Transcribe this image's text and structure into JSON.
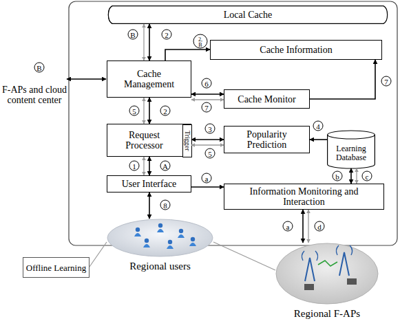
{
  "diagram": {
    "nodes": [
      {
        "text": [
          "Local Cache"
        ]
      },
      {
        "text": [
          "Cache Information"
        ]
      },
      {
        "text": [
          "Cache Management"
        ]
      },
      {
        "text": [
          "Cache Monitor"
        ]
      },
      {
        "text": [
          "Request Processor"
        ]
      },
      {
        "text": [
          "Trigger"
        ],
        "in": 4
      },
      {
        "text": [
          "Popularity Prediction"
        ]
      },
      {
        "text": [
          "Learning Database"
        ]
      },
      {
        "text": [
          "User Interface"
        ]
      },
      {
        "text": [
          "Information Monitoring and Interaction"
        ]
      },
      {
        "text": [
          "Offline Learning"
        ]
      },
      {
        "text": [
          "Regional users"
        ]
      },
      {
        "text": [
          "Regional F-APs"
        ]
      }
    ],
    "edges": [
      {
        "from": 0,
        "to": 2,
        "arrow": "both"
      },
      {
        "from": 2,
        "to": 1,
        "arrow": "to"
      },
      {
        "from": 2,
        "to": 3,
        "arrow": "both"
      },
      {
        "from": 3,
        "to": 1,
        "arrow": "to"
      },
      {
        "from": 2,
        "to": 4,
        "arrow": "both"
      },
      {
        "from": 4,
        "to": 6,
        "arrow": "both"
      },
      {
        "from": 7,
        "to": 6,
        "arrow": "to"
      },
      {
        "from": 4,
        "to": 8,
        "arrow": "both"
      },
      {
        "from": 8,
        "to": 9,
        "arrow": "to"
      },
      {
        "from": 7,
        "to": 9,
        "arrow": "both"
      },
      {
        "from": 9,
        "to": 12,
        "arrow": "both"
      },
      {
        "from": 8,
        "to": 11,
        "arrow": "both"
      },
      {
        "from": 10,
        "to": 11,
        "arrow": "none"
      },
      {
        "from": 11,
        "to": 12,
        "arrow": "none"
      }
    ],
    "labels": [
      "B",
      "2",
      "2, B",
      "B",
      "F-APs and cloud content center",
      "6",
      "7",
      "7",
      "5",
      "2",
      "3",
      "5",
      "4",
      "1",
      "A",
      "a",
      "b",
      "c",
      "a",
      "d",
      "8"
    ]
  }
}
